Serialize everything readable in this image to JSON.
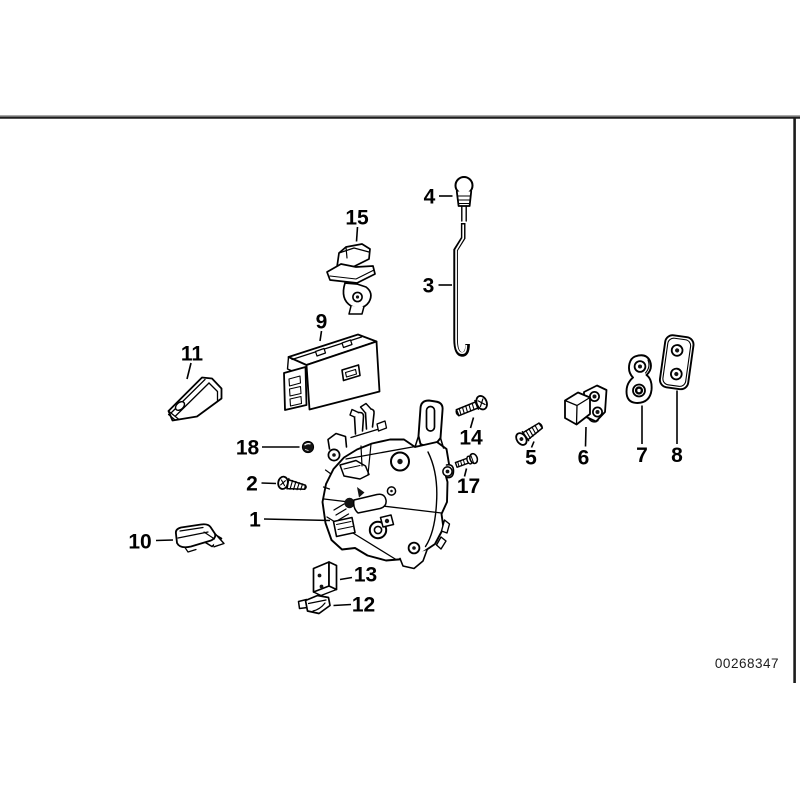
{
  "colors": {
    "background": "#ffffff",
    "line": "#000000",
    "frame_line": "#1c1c1c"
  },
  "diagram": {
    "document_number": "00268347",
    "callouts": {
      "c1": {
        "label": "1"
      },
      "c2": {
        "label": "2"
      },
      "c3": {
        "label": "3"
      },
      "c4": {
        "label": "4"
      },
      "c5": {
        "label": "5"
      },
      "c6": {
        "label": "6"
      },
      "c7": {
        "label": "7"
      },
      "c8": {
        "label": "8"
      },
      "c9": {
        "label": "9"
      },
      "c10": {
        "label": "10"
      },
      "c11": {
        "label": "11"
      },
      "c12": {
        "label": "12"
      },
      "c13": {
        "label": "13"
      },
      "c14": {
        "label": "14"
      },
      "c15": {
        "label": "15"
      },
      "c17": {
        "label": "17"
      },
      "c18": {
        "label": "18"
      }
    }
  }
}
